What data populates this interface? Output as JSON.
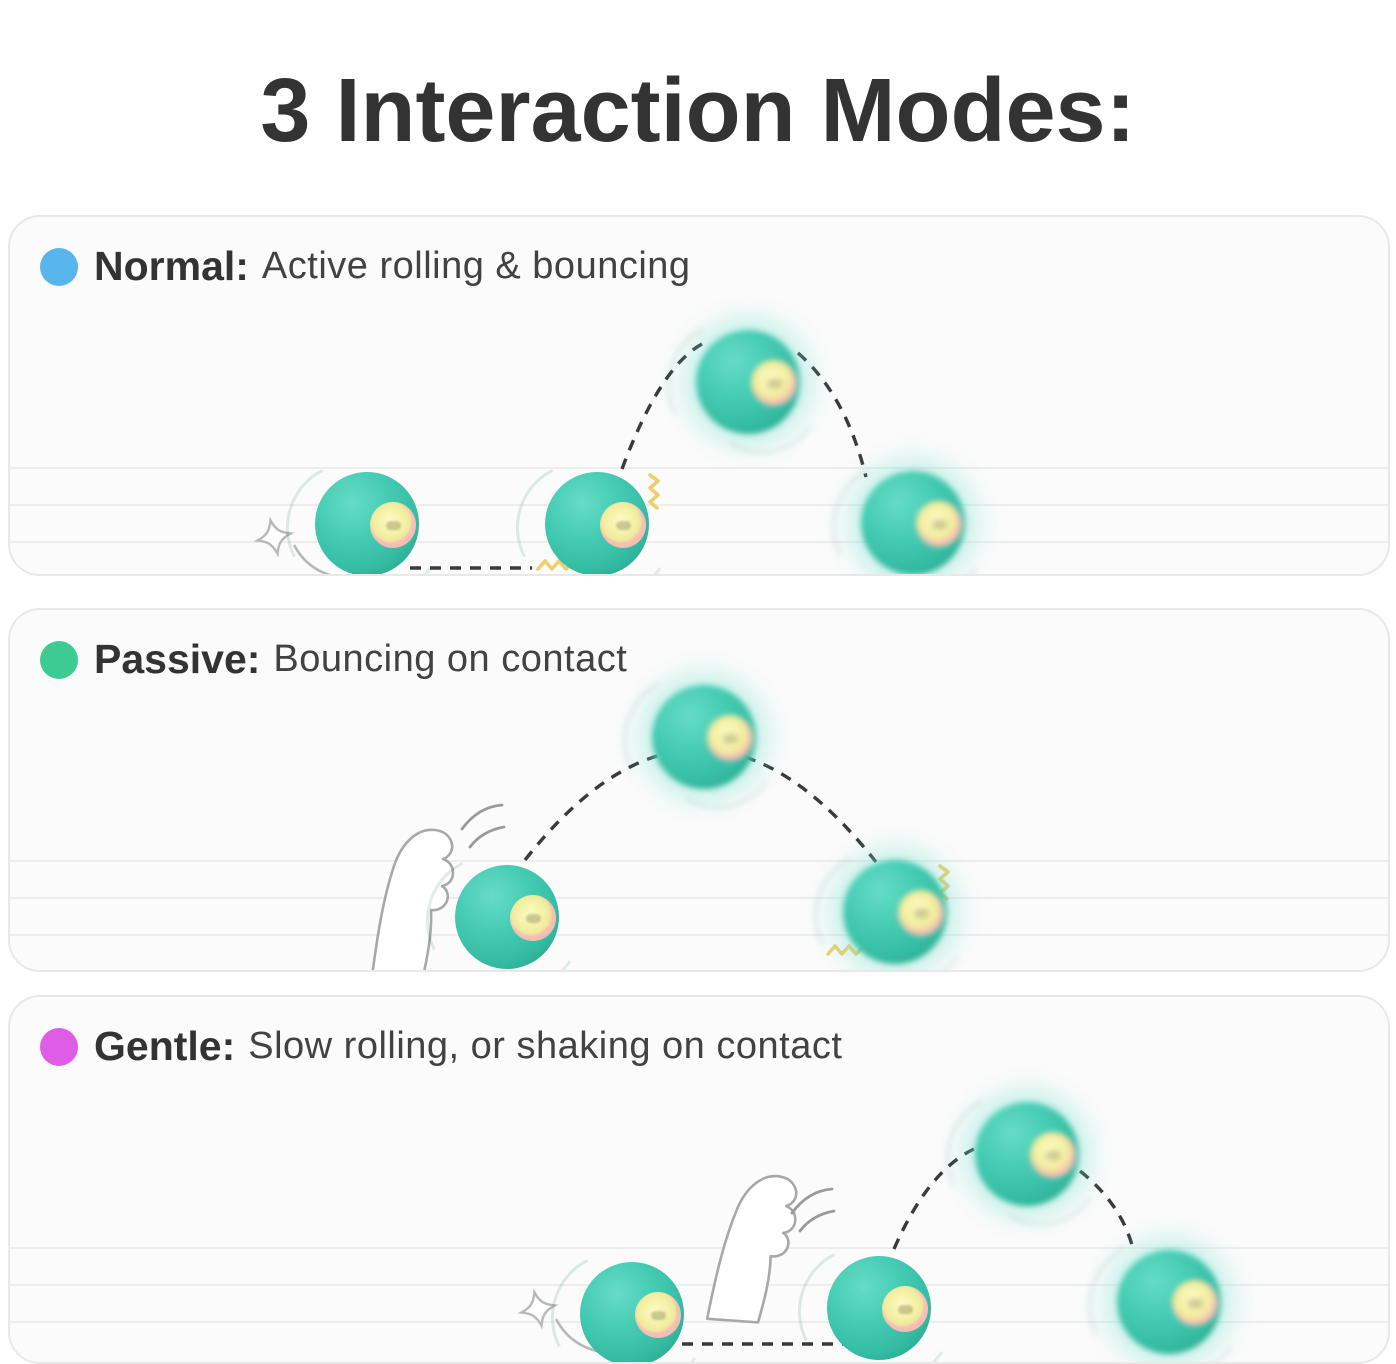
{
  "title": "3 Interaction Modes:",
  "modes": [
    {
      "name": "normal",
      "label": "Normal:",
      "description": "Active rolling & bouncing",
      "dot_color": "#58b5ec",
      "ball_count": 4
    },
    {
      "name": "passive",
      "label": "Passive:",
      "description": "Bouncing on contact",
      "dot_color": "#3ecb92",
      "ball_count": 3
    },
    {
      "name": "gentle",
      "label": "Gentle:",
      "description": "Slow rolling, or shaking on contact",
      "dot_color": "#df5ce6",
      "ball_count": 4
    }
  ],
  "colors": {
    "title_text": "#333333",
    "body_text": "#424242",
    "ball_teal": "#45cbb3",
    "ball_window_ring_pink": "#f4bbb2",
    "ball_window_center_yellow": "#f5f2a8",
    "trajectory_dash": "#3a3a3a",
    "impact_mark_yellow": "#efce6e",
    "panel_border": "#e8e8e8",
    "floor_line": "#ededed",
    "paw_outline": "#a8a8a8"
  }
}
